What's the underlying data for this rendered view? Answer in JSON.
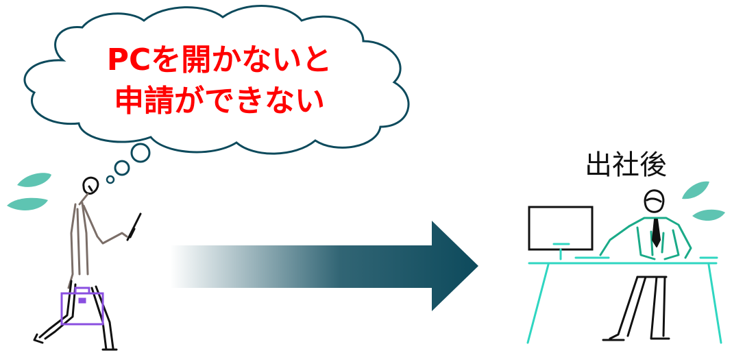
{
  "thought_bubble": {
    "line1": "PCを開かないと",
    "line2": "申請ができない"
  },
  "after_office_label": "出社後",
  "icons": {
    "walking_person": "walking-businessman-with-briefcase",
    "sweat": "sweat-drops",
    "arrow": "gradient-right-arrow",
    "office_worker": "person-at-desk-with-computer"
  },
  "colors": {
    "text_red": "#ff0000",
    "arrow_dark": "#0d4a5c",
    "worker_green": "#1aaa88",
    "desk_cyan": "#2fd6c1",
    "sweat_teal": "#5ec4b2",
    "briefcase_purple": "#8a4fe0",
    "walker_gray": "#7b6e68"
  }
}
